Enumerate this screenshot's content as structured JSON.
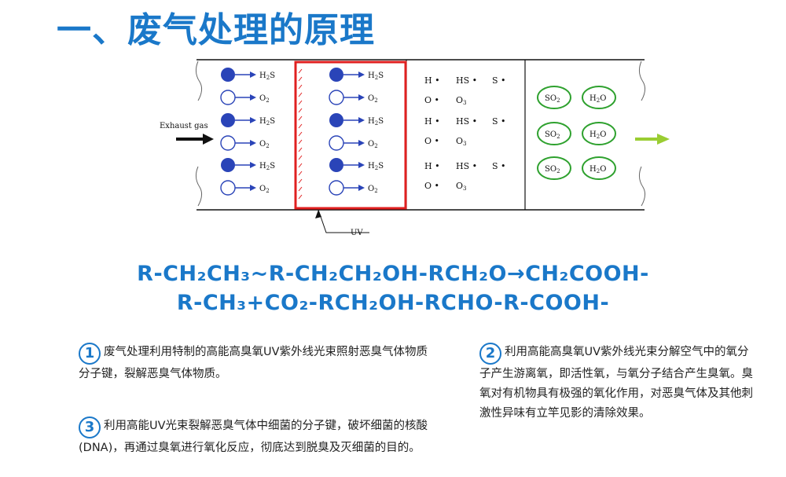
{
  "title": "一、废气处理的原理",
  "diagram": {
    "inlet_label": "Exhaust gas",
    "uv_label": "UV",
    "molecules": {
      "h2s": "H",
      "h2s_sub": "2",
      "h2s_tail": "S",
      "o2": "O",
      "o2_sub": "2"
    },
    "radicals": {
      "h": "H",
      "hs": "HS",
      "s": "S",
      "o": "O",
      "o3": "O",
      "o3_sub": "3"
    },
    "products": {
      "so2": "SO",
      "so2_sub": "2",
      "h2o_pre": "H",
      "h2o_sub": "2",
      "h2o_post": "O"
    },
    "colors": {
      "uv_box": "#e02020",
      "molecule": "#2a44b8",
      "product_ring": "#2ea12e",
      "outlet_arrow": "#9acd32"
    }
  },
  "formulas": {
    "line1": "R-CH₂CH₃~R-CH₂CH₂OH-RCH₂O→CH₂COOH-",
    "line2": "R-CH₃+CO₂-RCH₂OH-RCHO-R-COOH-"
  },
  "notes": [
    {
      "number": "1",
      "text": "废气处理利用特制的高能高臭氧UV紫外线光束照射恶臭气体物质分子键，裂解恶臭气体物质。"
    },
    {
      "number": "2",
      "text": "利用高能高臭氧UV紫外线光束分解空气中的氧分子产生游离氧，即活性氧，与氧分子结合产生臭氧。臭氧对有机物具有极强的氧化作用，对恶臭气体及其他刺激性异味有立竿见影的清除效果。"
    },
    {
      "number": "3",
      "text": "利用高能UV光束裂解恶臭气体中细菌的分子键，破坏细菌的核酸(DNA)，再通过臭氧进行氧化反应，彻底达到脱臭及灭细菌的目的。"
    }
  ]
}
